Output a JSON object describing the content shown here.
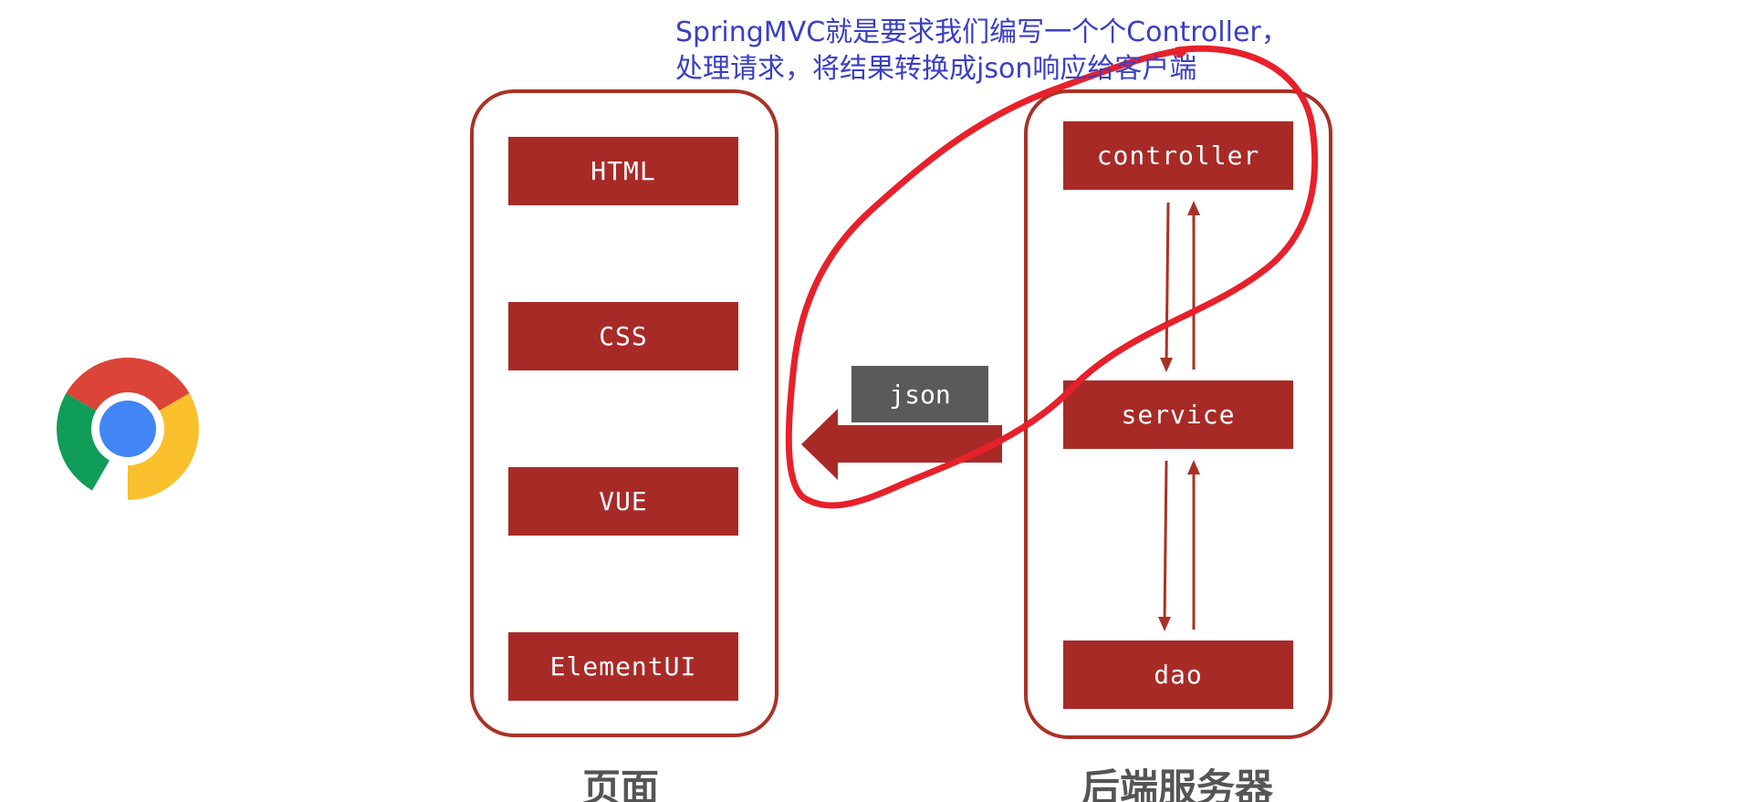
{
  "note": {
    "line1": "SpringMVC就是要求我们编写一个个Controller，",
    "line2": "处理请求，将结果转换成json响应给客户端"
  },
  "frontend": {
    "caption": "页面",
    "blocks": [
      "HTML",
      "CSS",
      "VUE",
      "ElementUI"
    ]
  },
  "backend": {
    "caption": "后端服务器",
    "blocks": [
      "controller",
      "service",
      "dao"
    ]
  },
  "response_label": "json",
  "colors": {
    "block": "#a82a27",
    "frame": "#a93226",
    "annotation_ink": "#e8202a",
    "note_text": "#3a3fc4",
    "json_tag": "#5a5a5a"
  },
  "icons": [
    "chrome-browser-icon"
  ]
}
